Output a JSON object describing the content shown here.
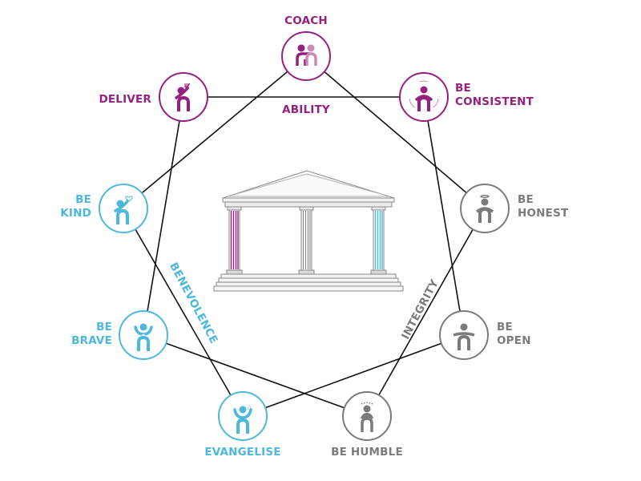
{
  "colors": {
    "ability": "#94217f",
    "ability_light": "#c98ab8",
    "benevolence": "#4db8dd",
    "integrity": "#7b7b7c",
    "lines": "#111111"
  },
  "categories": {
    "ability": "ABILITY",
    "benevolence": "BENEVOLENCE",
    "integrity": "INTEGRITY"
  },
  "nodes": [
    {
      "id": "coach",
      "label_lines": [
        "COACH"
      ],
      "group": "ability",
      "icon": "two-people-coach-icon"
    },
    {
      "id": "be-consistent",
      "label_lines": [
        "BE",
        "CONSISTENT"
      ],
      "group": "ability",
      "icon": "person-rotating-arrows-icon"
    },
    {
      "id": "be-honest",
      "label_lines": [
        "BE",
        "HONEST"
      ],
      "group": "integrity",
      "icon": "person-halo-icon"
    },
    {
      "id": "be-open",
      "label_lines": [
        "BE",
        "OPEN"
      ],
      "group": "integrity",
      "icon": "person-open-arms-icon"
    },
    {
      "id": "be-humble",
      "label_lines": [
        "BE HUMBLE"
      ],
      "group": "integrity",
      "icon": "person-praying-icon"
    },
    {
      "id": "evangelise",
      "label_lines": [
        "EVANGELISE"
      ],
      "group": "benevolence",
      "icon": "person-broadcasting-icon"
    },
    {
      "id": "be-brave",
      "label_lines": [
        "BE",
        "BRAVE"
      ],
      "group": "benevolence",
      "icon": "person-arms-raised-badge-icon"
    },
    {
      "id": "be-kind",
      "label_lines": [
        "BE",
        "KIND"
      ],
      "group": "benevolence",
      "icon": "person-holding-heart-icon"
    },
    {
      "id": "deliver",
      "label_lines": [
        "DELIVER"
      ],
      "group": "ability",
      "icon": "person-checkbox-icon"
    }
  ],
  "connections": [
    [
      "coach",
      "be-kind"
    ],
    [
      "coach",
      "be-honest"
    ],
    [
      "deliver",
      "be-consistent"
    ],
    [
      "deliver",
      "be-brave"
    ],
    [
      "be-consistent",
      "be-open"
    ],
    [
      "be-kind",
      "evangelise"
    ],
    [
      "be-brave",
      "be-humble"
    ],
    [
      "evangelise",
      "be-open"
    ],
    [
      "be-honest",
      "be-humble"
    ]
  ],
  "center": {
    "icon": "temple-pillars-icon"
  }
}
